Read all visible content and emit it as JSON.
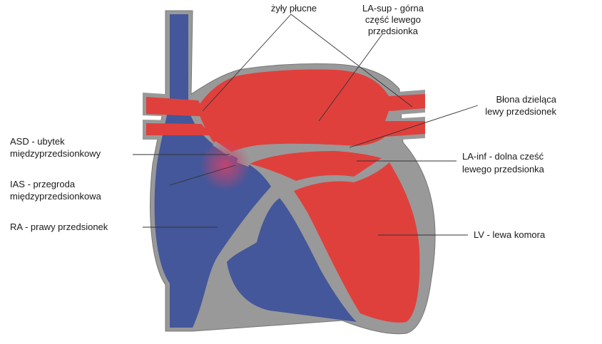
{
  "labels": {
    "pulmonary_veins": "żyły płucne",
    "la_sup_1": "LA-sup - górna",
    "la_sup_2": "część lewego",
    "la_sup_3": "przedsionka",
    "membrane_1": "Błona dzieląca",
    "membrane_2": "lewy przedsionek",
    "asd_1": "ASD - ubytek",
    "asd_2": "międzyprzedsionkowy",
    "la_inf_1": "LA-inf - dolna cześć",
    "la_inf_2": "lewego przedsionka",
    "ias_1": "IAS - przegroda",
    "ias_2": "międzyprzedsionkowa",
    "ra": "RA - prawy przedsionek",
    "lv": "LV - lewa komora"
  },
  "colors": {
    "venous_blue": "#44579a",
    "arterial_red": "#e0403c",
    "wall_gray": "#999999",
    "leader_line": "#333333"
  }
}
